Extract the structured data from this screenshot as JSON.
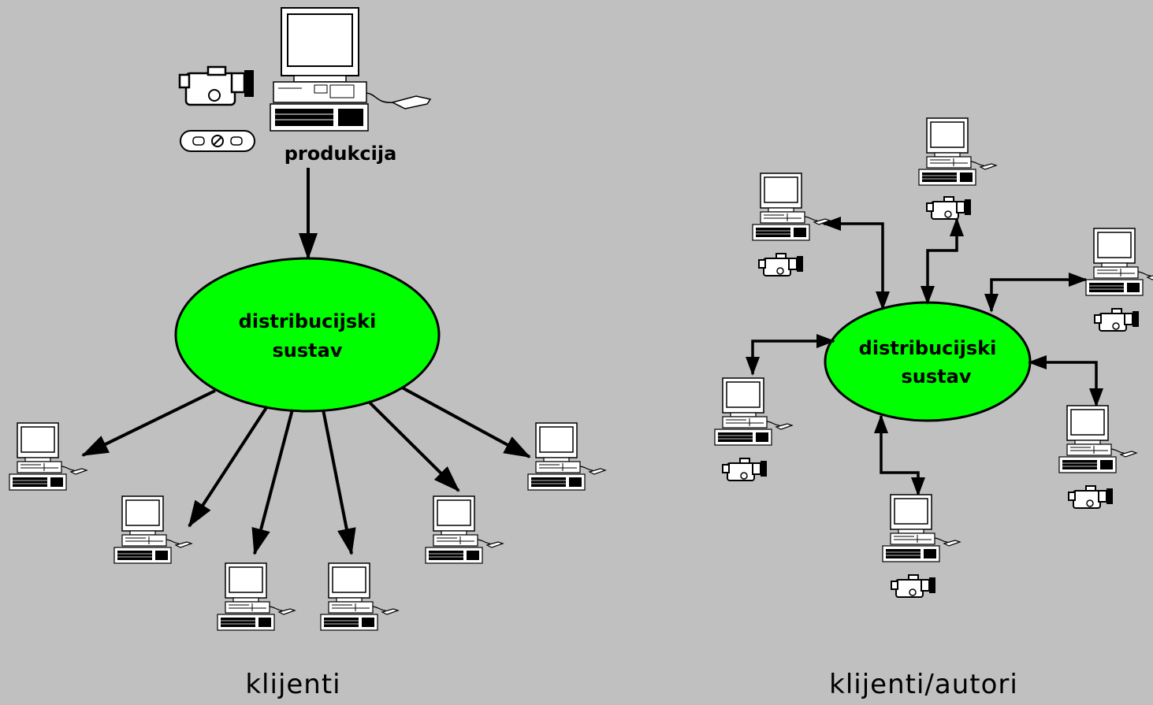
{
  "left": {
    "producer_label": "produkcija",
    "hub_line1": "distribucijski",
    "hub_line2": "sustav",
    "caption": "klijenti"
  },
  "right": {
    "hub_line1": "distribucijski",
    "hub_line2": "sustav",
    "caption": "klijenti/autori"
  },
  "colors": {
    "background": "#c0c0c0",
    "hub_fill": "#00ff00",
    "line": "#000000"
  },
  "icons": {
    "workstation": "desktop-computer-icon",
    "camcorder": "video-camera-icon",
    "tape": "video-cassette-icon",
    "mouse": "mouse-icon"
  }
}
